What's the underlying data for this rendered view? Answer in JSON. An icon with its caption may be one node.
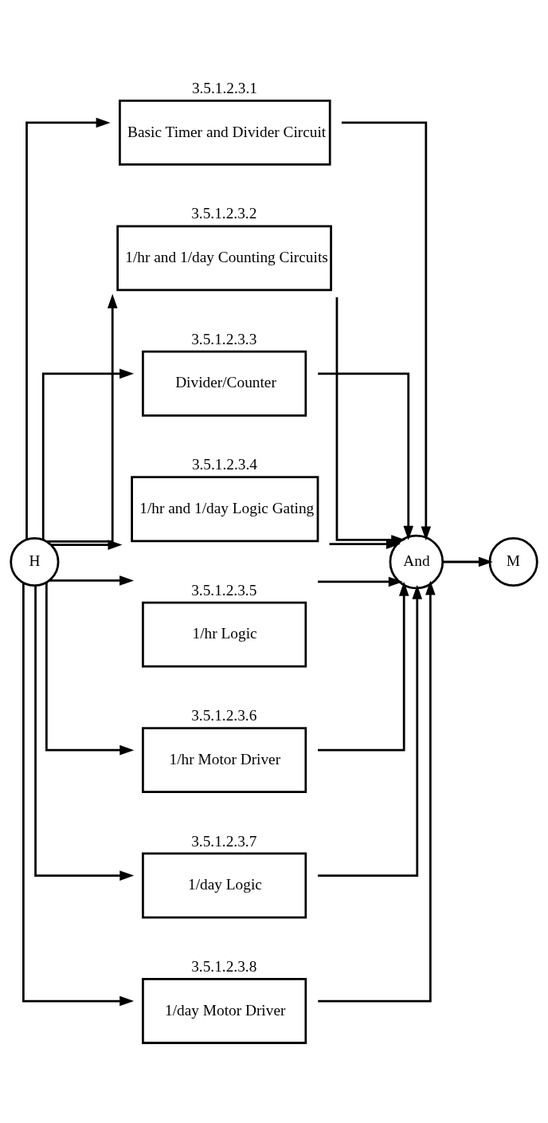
{
  "diagram": {
    "nodes": [
      {
        "text": [
          "H"
        ]
      },
      {
        "text": [
          "Basic Timer and Divider Circuit"
        ],
        "beside": [
          "3.5.1.2.3.1"
        ]
      },
      {
        "text": [
          "1/hr and 1/day Counting Circuits"
        ],
        "beside": [
          "3.5.1.2.3.2"
        ]
      },
      {
        "text": [
          "Divider/Counter"
        ],
        "beside": [
          "3.5.1.2.3.3"
        ]
      },
      {
        "text": [
          "1/hr and 1/day Logic Gating"
        ],
        "beside": [
          "3.5.1.2.3.4"
        ]
      },
      {
        "text": [
          "1/hr Logic"
        ],
        "beside": [
          "3.5.1.2.3.5"
        ]
      },
      {
        "text": [
          "1/hr Motor Driver"
        ],
        "beside": [
          "3.5.1.2.3.6"
        ]
      },
      {
        "text": [
          "1/day Logic"
        ],
        "beside": [
          "3.5.1.2.3.7"
        ]
      },
      {
        "text": [
          "1/day Motor Driver"
        ],
        "beside": [
          "3.5.1.2.3.8"
        ]
      },
      {
        "text": [
          "And"
        ]
      },
      {
        "text": [
          "M"
        ]
      }
    ],
    "edges": [
      {
        "from": 0,
        "to": 1,
        "arrow": "to"
      },
      {
        "from": 0,
        "to": 2,
        "arrow": "to"
      },
      {
        "from": 0,
        "to": 3,
        "arrow": "to"
      },
      {
        "from": 0,
        "to": 4,
        "arrow": "to"
      },
      {
        "from": 0,
        "to": 5,
        "arrow": "to"
      },
      {
        "from": 0,
        "to": 6,
        "arrow": "to"
      },
      {
        "from": 0,
        "to": 7,
        "arrow": "to"
      },
      {
        "from": 0,
        "to": 8,
        "arrow": "to"
      },
      {
        "from": 1,
        "to": 9,
        "arrow": "to"
      },
      {
        "from": 2,
        "to": 9,
        "arrow": "to"
      },
      {
        "from": 3,
        "to": 9,
        "arrow": "to"
      },
      {
        "from": 4,
        "to": 9,
        "arrow": "to"
      },
      {
        "from": 5,
        "to": 9,
        "arrow": "to"
      },
      {
        "from": 6,
        "to": 9,
        "arrow": "to"
      },
      {
        "from": 7,
        "to": 9,
        "arrow": "to"
      },
      {
        "from": 8,
        "to": 9,
        "arrow": "to"
      },
      {
        "from": 9,
        "to": 10,
        "arrow": "to"
      }
    ]
  }
}
